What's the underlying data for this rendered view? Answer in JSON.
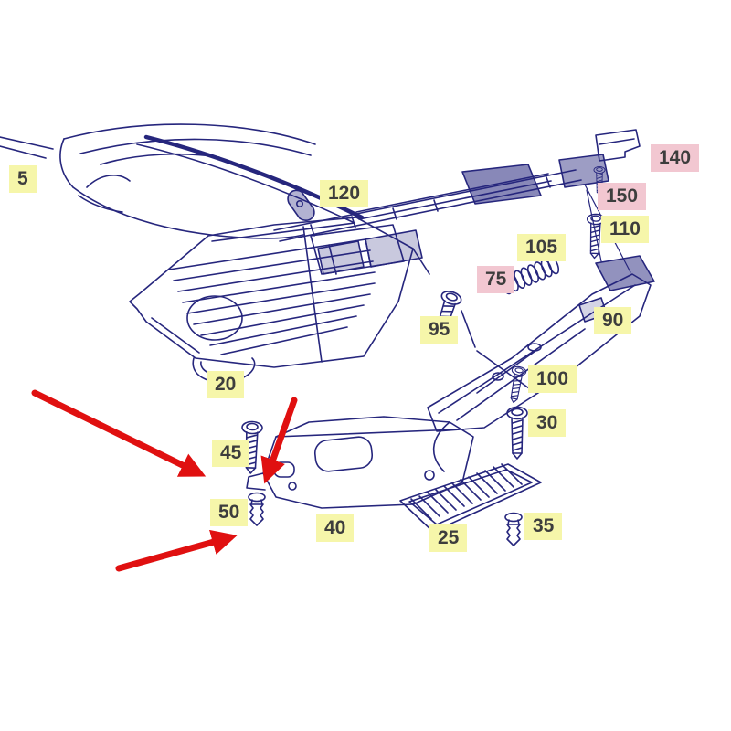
{
  "diagram": {
    "kind": "exploded-parts-diagram",
    "labels": [
      {
        "text": "5",
        "highlight": "yellow"
      },
      {
        "text": "120",
        "highlight": "yellow"
      },
      {
        "text": "140",
        "highlight": "pink"
      },
      {
        "text": "150",
        "highlight": "pink"
      },
      {
        "text": "110",
        "highlight": "yellow"
      },
      {
        "text": "105",
        "highlight": "yellow"
      },
      {
        "text": "75",
        "highlight": "pink"
      },
      {
        "text": "90",
        "highlight": "yellow"
      },
      {
        "text": "95",
        "highlight": "yellow"
      },
      {
        "text": "20",
        "highlight": "yellow"
      },
      {
        "text": "100",
        "highlight": "yellow"
      },
      {
        "text": "30",
        "highlight": "yellow"
      },
      {
        "text": "45",
        "highlight": "yellow"
      },
      {
        "text": "50",
        "highlight": "yellow"
      },
      {
        "text": "40",
        "highlight": "yellow"
      },
      {
        "text": "25",
        "highlight": "yellow"
      },
      {
        "text": "35",
        "highlight": "yellow"
      }
    ],
    "colors": {
      "line": "#26267d",
      "highlight_yellow": "#f6f6aa",
      "highlight_pink": "#f2c7d1",
      "arrow": "#e01010",
      "background": "#ffffff"
    },
    "red_arrows": 3
  }
}
